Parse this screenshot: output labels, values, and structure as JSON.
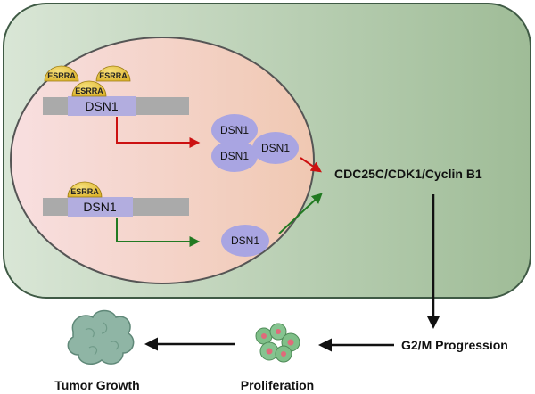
{
  "colors": {
    "cell_left": "#d9e6d6",
    "cell_right": "#9fbc97",
    "cell_border": "#3f5a45",
    "nucleus_left": "#f8dfe0",
    "nucleus_right": "#f0c8b2",
    "gene_bar": "#aaaaaa",
    "dsn1_region": "#b2addf",
    "dsn1_protein": "#a9a5e2",
    "esrra": "#ddb52f",
    "arrow_red": "#cc1111",
    "arrow_green": "#227a22",
    "arrow_black": "#111111"
  },
  "gene_top": {
    "gene_label": "DSN1",
    "esrra_labels": [
      "ESRRA",
      "ESRRA",
      "ESRRA"
    ]
  },
  "gene_bottom": {
    "gene_label": "DSN1",
    "esrra_labels": [
      "ESRRA"
    ]
  },
  "proteins_cluster": [
    "DSN1",
    "DSN1",
    "DSN1"
  ],
  "protein_single": "DSN1",
  "complex_label": "CDC25C/CDK1/Cyclin B1",
  "progression_label": "G2/M Progression",
  "proliferation_label": "Proliferation",
  "tumor_label": "Tumor Growth",
  "icons": [
    "cell-cluster-icon",
    "tumor-icon"
  ]
}
